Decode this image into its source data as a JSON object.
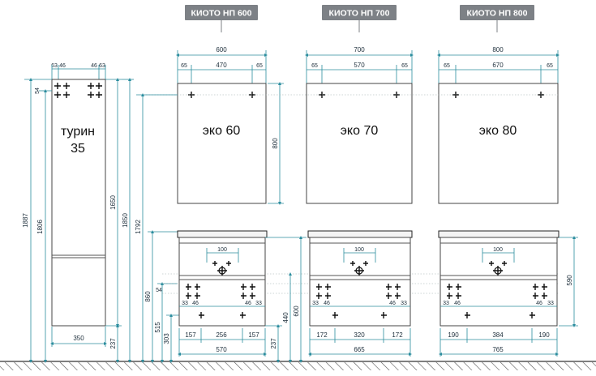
{
  "tags": [
    "КИОТО НП 600",
    "КИОТО НП 700",
    "КИОТО НП 800"
  ],
  "mirrors": [
    {
      "label": "эко 60",
      "width": "600",
      "left": "65",
      "mid": "470",
      "right": "65"
    },
    {
      "label": "эко 70",
      "width": "700",
      "left": "65",
      "mid": "570",
      "right": "65"
    },
    {
      "label": "эко 80",
      "width": "800",
      "left": "65",
      "mid": "670",
      "right": "65"
    }
  ],
  "mirror_height": "800",
  "column": {
    "label_line1": "турин",
    "label_line2": "35",
    "top_left": "63",
    "top_left2": "46",
    "top_right": "46",
    "top_right2": "63",
    "side_offset": "54",
    "width": "350",
    "h_1887": "1887",
    "h_1806": "1806",
    "h_1650": "1650",
    "h_237": "237"
  },
  "heights_mid": [
    "1850",
    "1792",
    "860",
    "515",
    "303"
  ],
  "cabinets": [
    {
      "total": "570",
      "a": "157",
      "b": "256",
      "c": "157",
      "small_a": "33",
      "small_b": "46",
      "small_c": "46",
      "small_d": "33",
      "hole": "100",
      "h237": "237",
      "h440": "440"
    },
    {
      "total": "665",
      "a": "172",
      "b": "320",
      "c": "172",
      "small_a": "33",
      "small_b": "46",
      "small_c": "46",
      "small_d": "33",
      "hole": "100",
      "h600": "600"
    },
    {
      "total": "765",
      "a": "190",
      "b": "384",
      "c": "190",
      "small_a": "33",
      "small_b": "46",
      "small_c": "46",
      "small_d": "33",
      "hole": "100",
      "h590": "590"
    }
  ],
  "mid_small": "54"
}
